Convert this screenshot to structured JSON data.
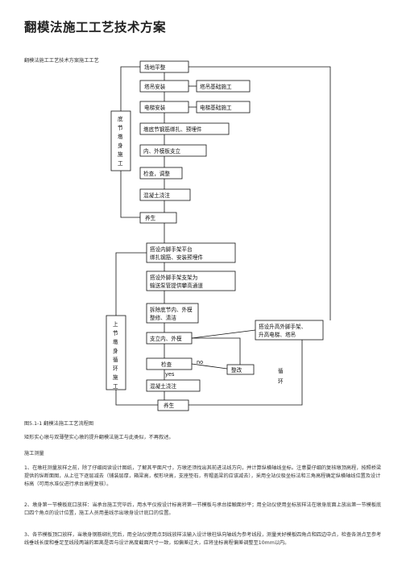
{
  "title": "翻模法施工工艺技术方案",
  "subtitle": "翻模法施工工艺技术方案施工工艺",
  "flowchart": {
    "steps": [
      "场地平整",
      "塔吊安装",
      "电梯安装",
      "墩底节钢筋绑扎、预埋件",
      "内、外模板支立",
      "检查，调整",
      "混凝土浇注",
      "养生",
      "搭设内脚手架平台",
      "绑扎钢筋、安装预埋件",
      "搭设外脚手架支架为",
      "输送泵管提供攀高通道",
      "拆除底节内、外模",
      "整修、清洁",
      "支立内、外模",
      "检查",
      "混凝土浇注",
      "养生"
    ],
    "side": {
      "tower_base": "塔吊基础施工",
      "elevator_base": "电梯基础施工",
      "bottom_section": [
        "底",
        "节",
        "墩",
        "身",
        "施",
        "工"
      ],
      "upper_section": [
        "上",
        "节",
        "墩",
        "身",
        "循",
        "环",
        "施",
        "工"
      ],
      "rectify": "整改",
      "outer_scaffold_1": "搭设升高外脚手架、",
      "outer_scaffold_2": "升高电梯、塔吊",
      "no": "no",
      "yes": "yes",
      "loop": [
        "循",
        "环"
      ]
    }
  },
  "caption": "图5.1-1 翻模法施工工艺流程图",
  "intro": "矩形实心墩与双薄壁实心墩的提升翻模法施工与此类似，不再叙述。",
  "section": "施工测量",
  "paragraphs": [
    "1、在墩柱测量放样之前，除了仔细阅读设计图纸，了解其平面尺寸，方墩还须找出其前进法线方向，并计算纵横轴线坐标。注意要仔细的复核墩顶高程，按照桥梁提供的纵断面图，从上往下逐层减去（铺装层厚，箱梁高，楔形块高，支座垫石，有帽盖梁的应该减去），采用全站仪极坐标法和三角高程确定纵横轴线位置及设计标高（可用水准仪进行承台高程复核）。",
    "2、墩身第一节模板底口放样：当承台施工完毕后，用水平仪按设计标高将第一节模板与承台接触面抄平；用全站仪使用坐标放样法在墩身底面上放出第一节模板底口四个角点的设计位置，施工人员用墨线示出墩身设计底口的位置。",
    "3、各节模板顶口放样，当墩身钢筋绑扎完后，用全站仪使用点到线放样法输入设计墩柱纵向轴线为参考线段，测量关好模板四角点和四边中点，检查各测点至参考线垂线长度和垂足至线段两端的距离是否与设计高度截面尺寸一致，如偏差过大，应将坐标高程偏差调整至10mm以内。"
  ]
}
